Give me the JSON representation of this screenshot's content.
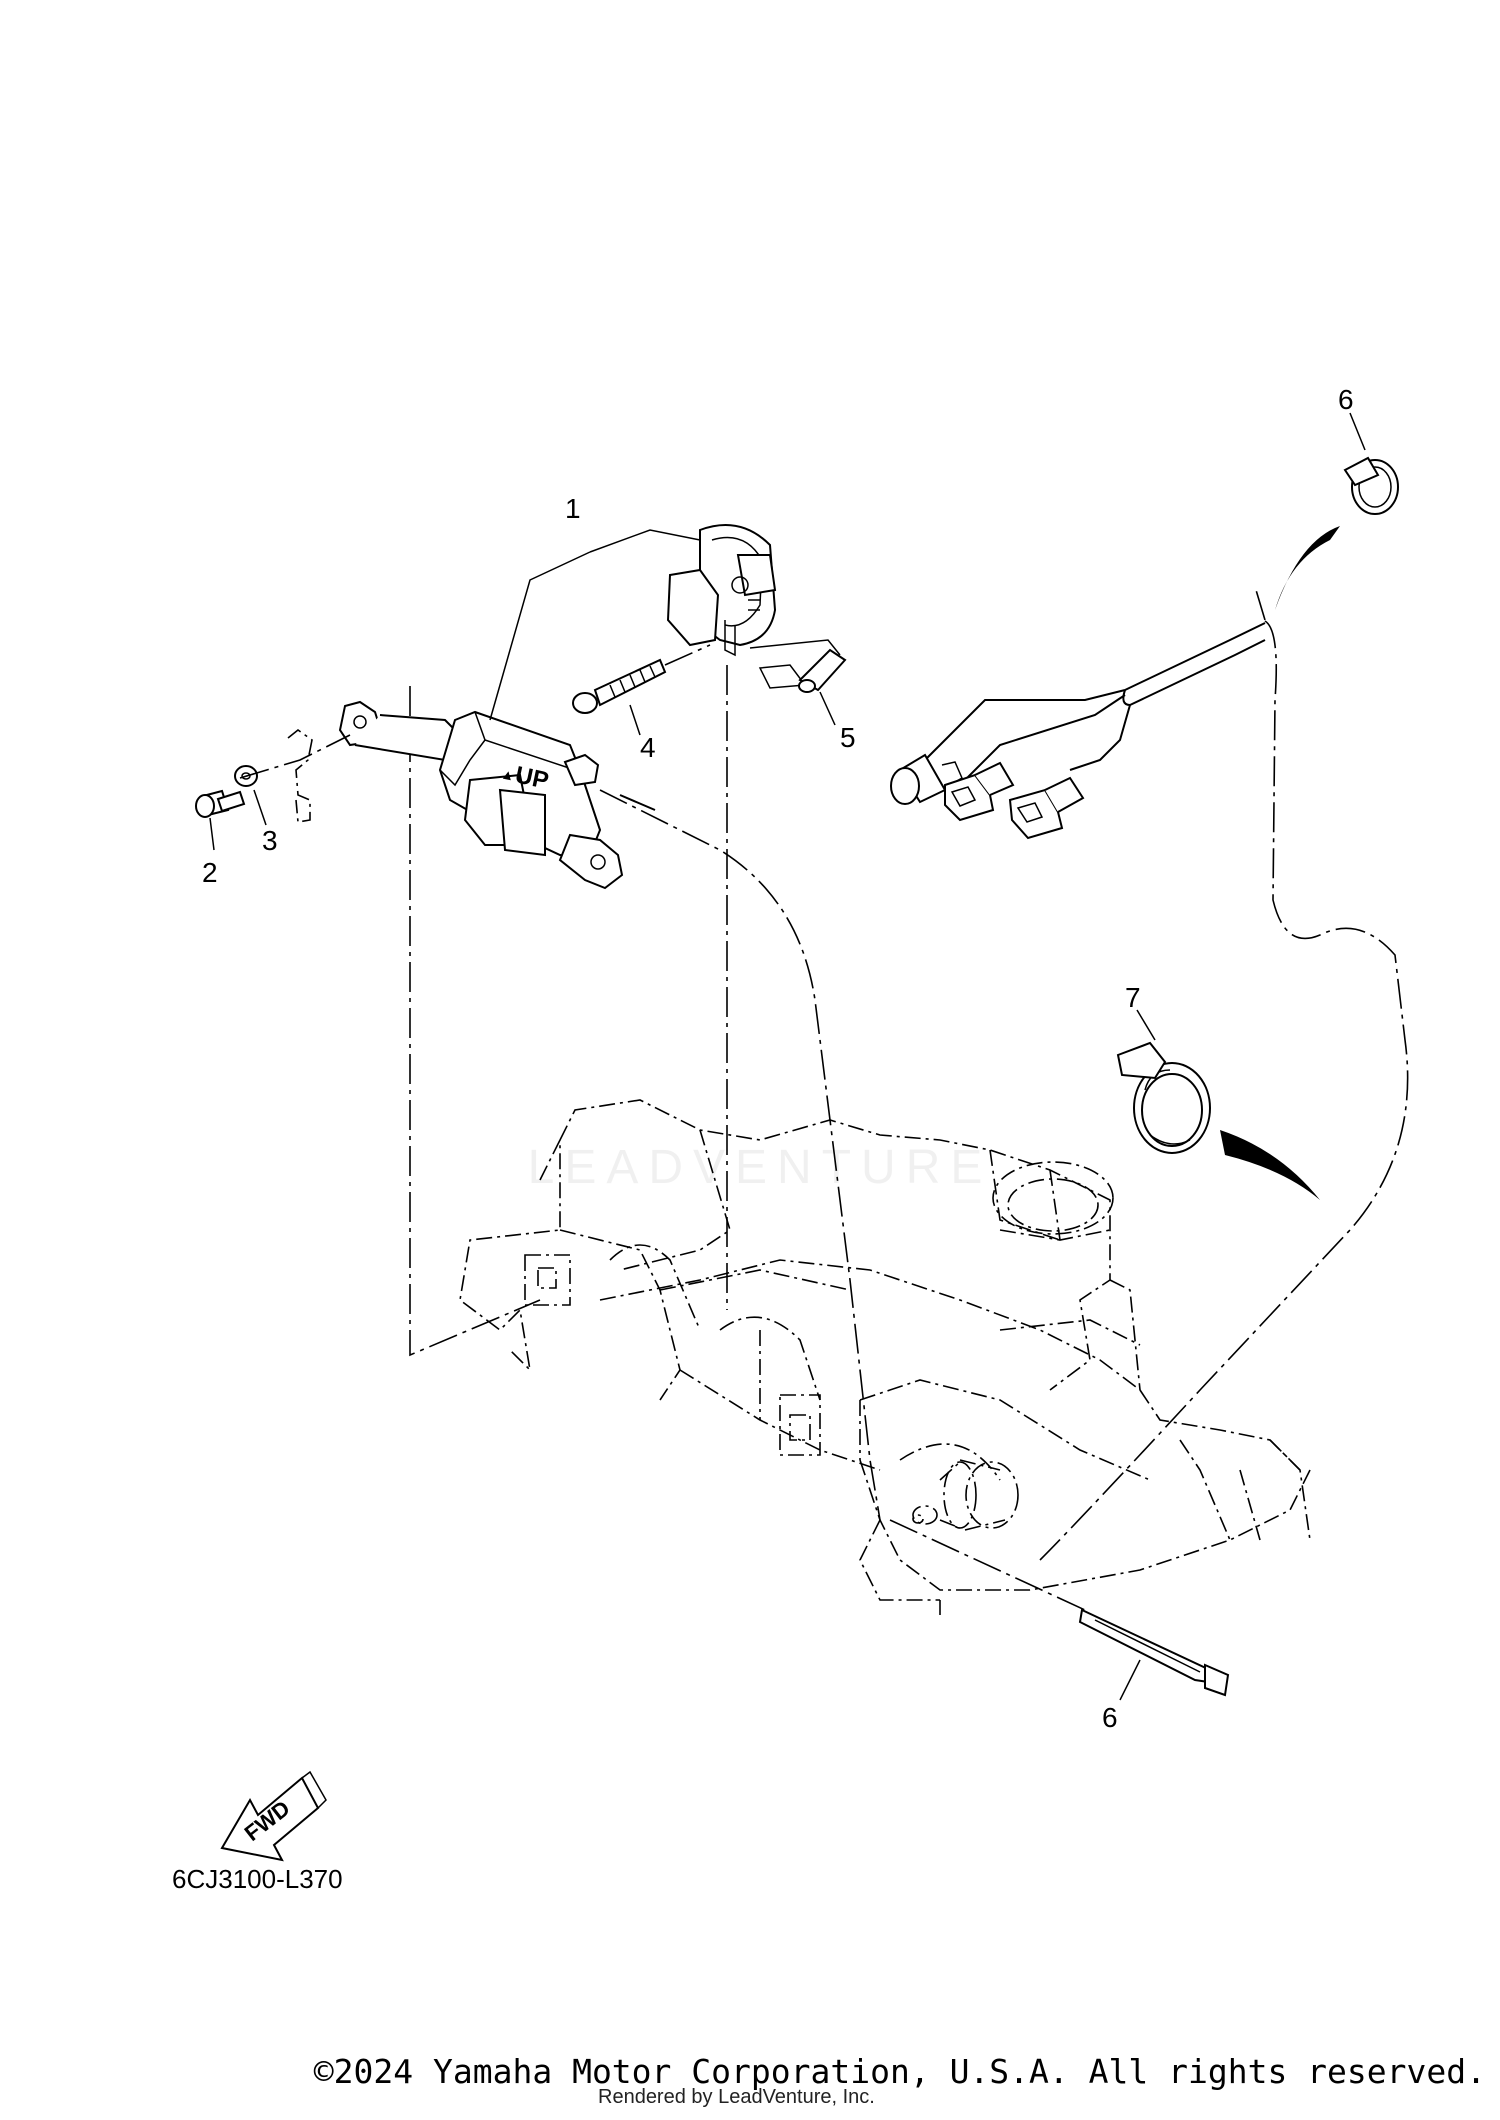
{
  "diagram": {
    "callouts": [
      "1",
      "2",
      "3",
      "4",
      "5",
      "6",
      "6",
      "7"
    ],
    "switch_label": "UP",
    "fwd_label": "FWD",
    "diagram_code": "6CJ3100-L370"
  },
  "footer": {
    "copyright": "©2024 Yamaha Motor Corporation, U.S.A. All rights reserved.",
    "rendered_by": "Rendered by LeadVenture, Inc."
  },
  "watermark": {
    "text": "LEADVENTURE"
  }
}
